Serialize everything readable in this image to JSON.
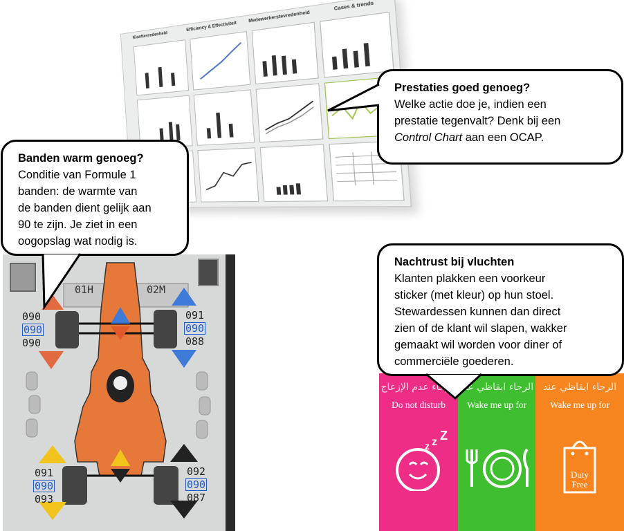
{
  "dashboard": {
    "headers": [
      "Klanttevredenheid",
      "Efficiency & Effectiviteit",
      "Medewerkerstevredenheid",
      "Cases & trends"
    ]
  },
  "bubbles": {
    "prestaties": {
      "title": "Prestaties goed genoeg?",
      "line1": "Welke actie doe je, indien een",
      "line2": "prestatie tegenvalt? Denk bij een",
      "line3_italic": "Control Chart",
      "line3_rest": " aan een OCAP."
    },
    "banden": {
      "title": "Banden warm genoeg?",
      "lines": [
        "Conditie van Formule 1",
        "banden: de warmte van",
        "de banden dient gelijk aan",
        "90 te zijn. Je ziet in een",
        "oogopslag wat nodig is."
      ]
    },
    "nachtrust": {
      "title": "Nachtrust bij vluchten",
      "lines": [
        "Klanten plakken een voorkeur",
        "sticker (met kleur) op hun stoel.",
        "Stewardessen kunnen dan direct",
        "zien of de klant wil slapen, wakker",
        "gemaakt wil worden voor diner of",
        "commerciële goederen."
      ]
    }
  },
  "f1_screen": {
    "header_left": "01H",
    "header_right": "02M",
    "front_left": {
      "top": "090",
      "mid": "090",
      "bot": "090"
    },
    "front_right": {
      "top": "091",
      "mid": "090",
      "bot": "088"
    },
    "rear_left": {
      "top": "091",
      "mid": "090",
      "bot": "093"
    },
    "rear_right": {
      "top": "092",
      "mid": "090",
      "bot": "087"
    }
  },
  "stickers": [
    {
      "arabic": "الرجاء عدم الإزعاج",
      "english": "Do not disturb",
      "color": "#ee2d86",
      "icon": "sleep-face-icon"
    },
    {
      "arabic": "الرجاء ايقاظي عند",
      "english": "Wake me up for",
      "color": "#3fbf30",
      "icon": "meal-icon"
    },
    {
      "arabic": "الرجاء ايقاظي عند",
      "english": "Wake me up for",
      "color": "#f7851f",
      "icon": "shopping-bag-icon",
      "bag_text_1": "Duty",
      "bag_text_2": "Free"
    }
  ]
}
